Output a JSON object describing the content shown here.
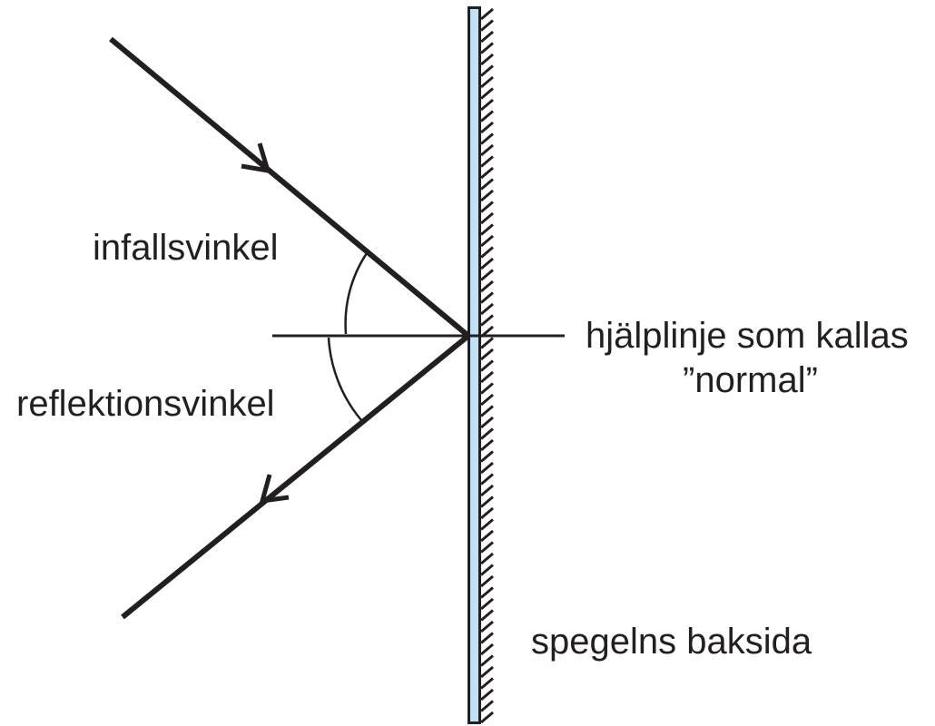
{
  "labels": {
    "incidence_angle": "infallsvinkel",
    "reflection_angle": "reflektionsvinkel",
    "normal_line_1": "hjälplinje som kallas",
    "normal_line_2": "”normal”",
    "mirror_back": "spegelns baksida"
  },
  "colors": {
    "ink": "#231f20",
    "mirror_glass": "#bfe3f5"
  }
}
